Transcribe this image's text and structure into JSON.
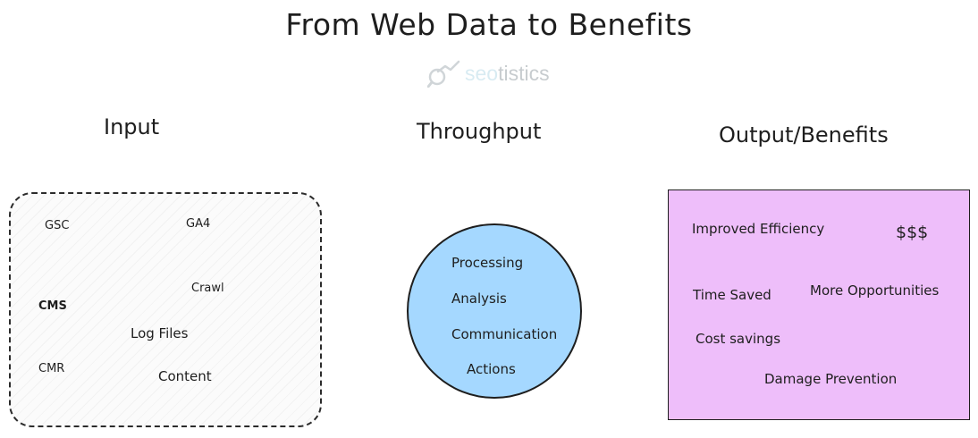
{
  "title": "From Web Data to Benefits",
  "logo": {
    "prefix": "seo",
    "suffix": "tistics"
  },
  "columns": {
    "input": {
      "heading": "Input",
      "items": [
        "GSC",
        "GA4",
        "Crawl",
        "CMS",
        "Log Files",
        "CMR",
        "Content"
      ]
    },
    "throughput": {
      "heading": "Throughput",
      "items": [
        "Processing",
        "Analysis",
        "Communication",
        "Actions"
      ]
    },
    "output": {
      "heading": "Output/Benefits",
      "items": [
        "Improved Efficiency",
        "$$$",
        "Time Saved",
        "More Opportunities",
        "Cost savings",
        "Damage Prevention"
      ]
    }
  },
  "colors": {
    "circle_fill": "#a5d8ff",
    "output_fill": "#eebefa",
    "stroke": "#1e1e1e"
  }
}
